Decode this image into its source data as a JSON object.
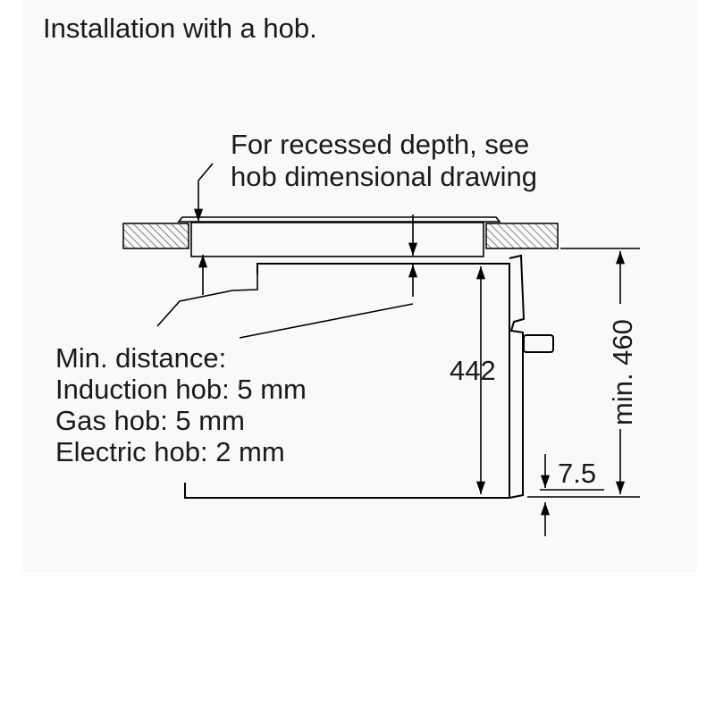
{
  "title": "Installation with a hob.",
  "recess_note": [
    "For recessed depth, see",
    "hob dimensional drawing"
  ],
  "min_distance": {
    "heading": "Min. distance:",
    "lines": [
      "Induction hob: 5 mm",
      "Gas hob: 5 mm",
      "Electric hob: 2 mm"
    ]
  },
  "dimensions": {
    "oven_height": "442",
    "niche_height": "min. 460",
    "bottom_gap": "7.5"
  },
  "colors": {
    "line": "#000000",
    "hatch": "#555555",
    "background": "#f9f9f9"
  }
}
